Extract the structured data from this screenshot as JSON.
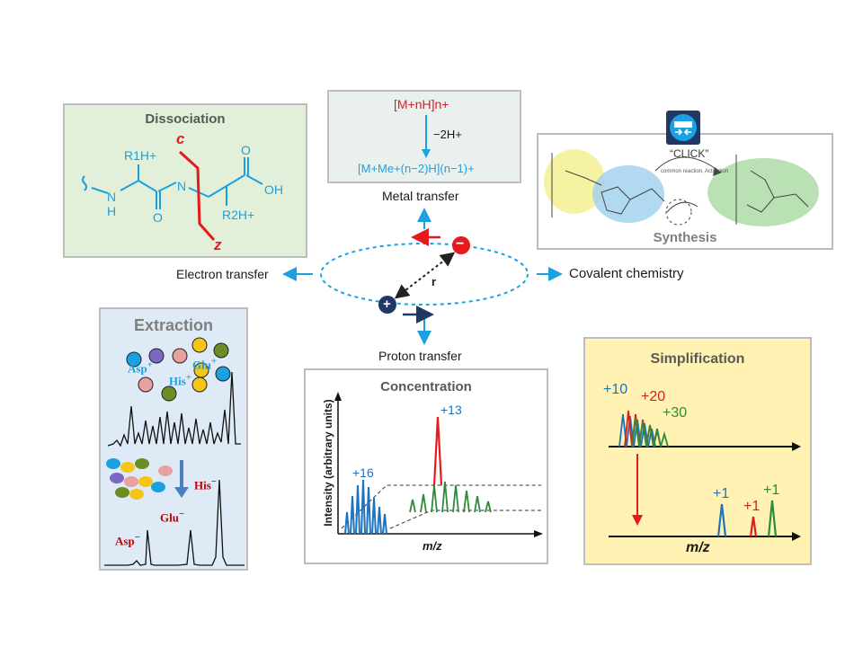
{
  "colors": {
    "blue": "#1ba1e2",
    "red": "#e41a1c",
    "green": "#2e8b3a",
    "navy": "#1f3864",
    "dissociation_bg": "#e2efd9",
    "metal_bg": "#eaf0ee",
    "extraction_bg": "#deebf7",
    "simplification_bg": "#fff2b3"
  },
  "center": {
    "plus": "+",
    "minus": "−",
    "r_label": "r",
    "electron_transfer": "Electron transfer",
    "covalent_chemistry": "Covalent chemistry",
    "metal_transfer": "Metal transfer",
    "proton_transfer": "Proton transfer"
  },
  "dissociation": {
    "title": "Dissociation",
    "c_label": "c",
    "z_label": "z",
    "r1h": "R1H+",
    "r2h": "R2H+",
    "n": "N",
    "h": "H",
    "o1": "O",
    "o2": "O",
    "oh": "OH"
  },
  "metal": {
    "top": "[M+nH]n+",
    "mid": "−2H+",
    "bottom": "[M+Me+(n−2)H](n−1)+"
  },
  "synthesis": {
    "title": "Synthesis",
    "click": "“CLICK”",
    "arc_text": "common reaction, Activation"
  },
  "extraction": {
    "title": "Extraction",
    "asp": "Asp",
    "glu": "Glu",
    "his": "His",
    "plus_sup": "+",
    "minus_sup": "−"
  },
  "concentration": {
    "title": "Concentration",
    "ylabel": "Intensity (arbitrary units)",
    "xlabel": "m/z",
    "ann_13": "+13",
    "ann_16": "+16"
  },
  "simplification": {
    "title": "Simplification",
    "xlabel": "m/z",
    "ann_10": "+10",
    "ann_20": "+20",
    "ann_30": "+30",
    "ann_1a": "+1",
    "ann_1b": "+1",
    "ann_1c": "+1"
  }
}
